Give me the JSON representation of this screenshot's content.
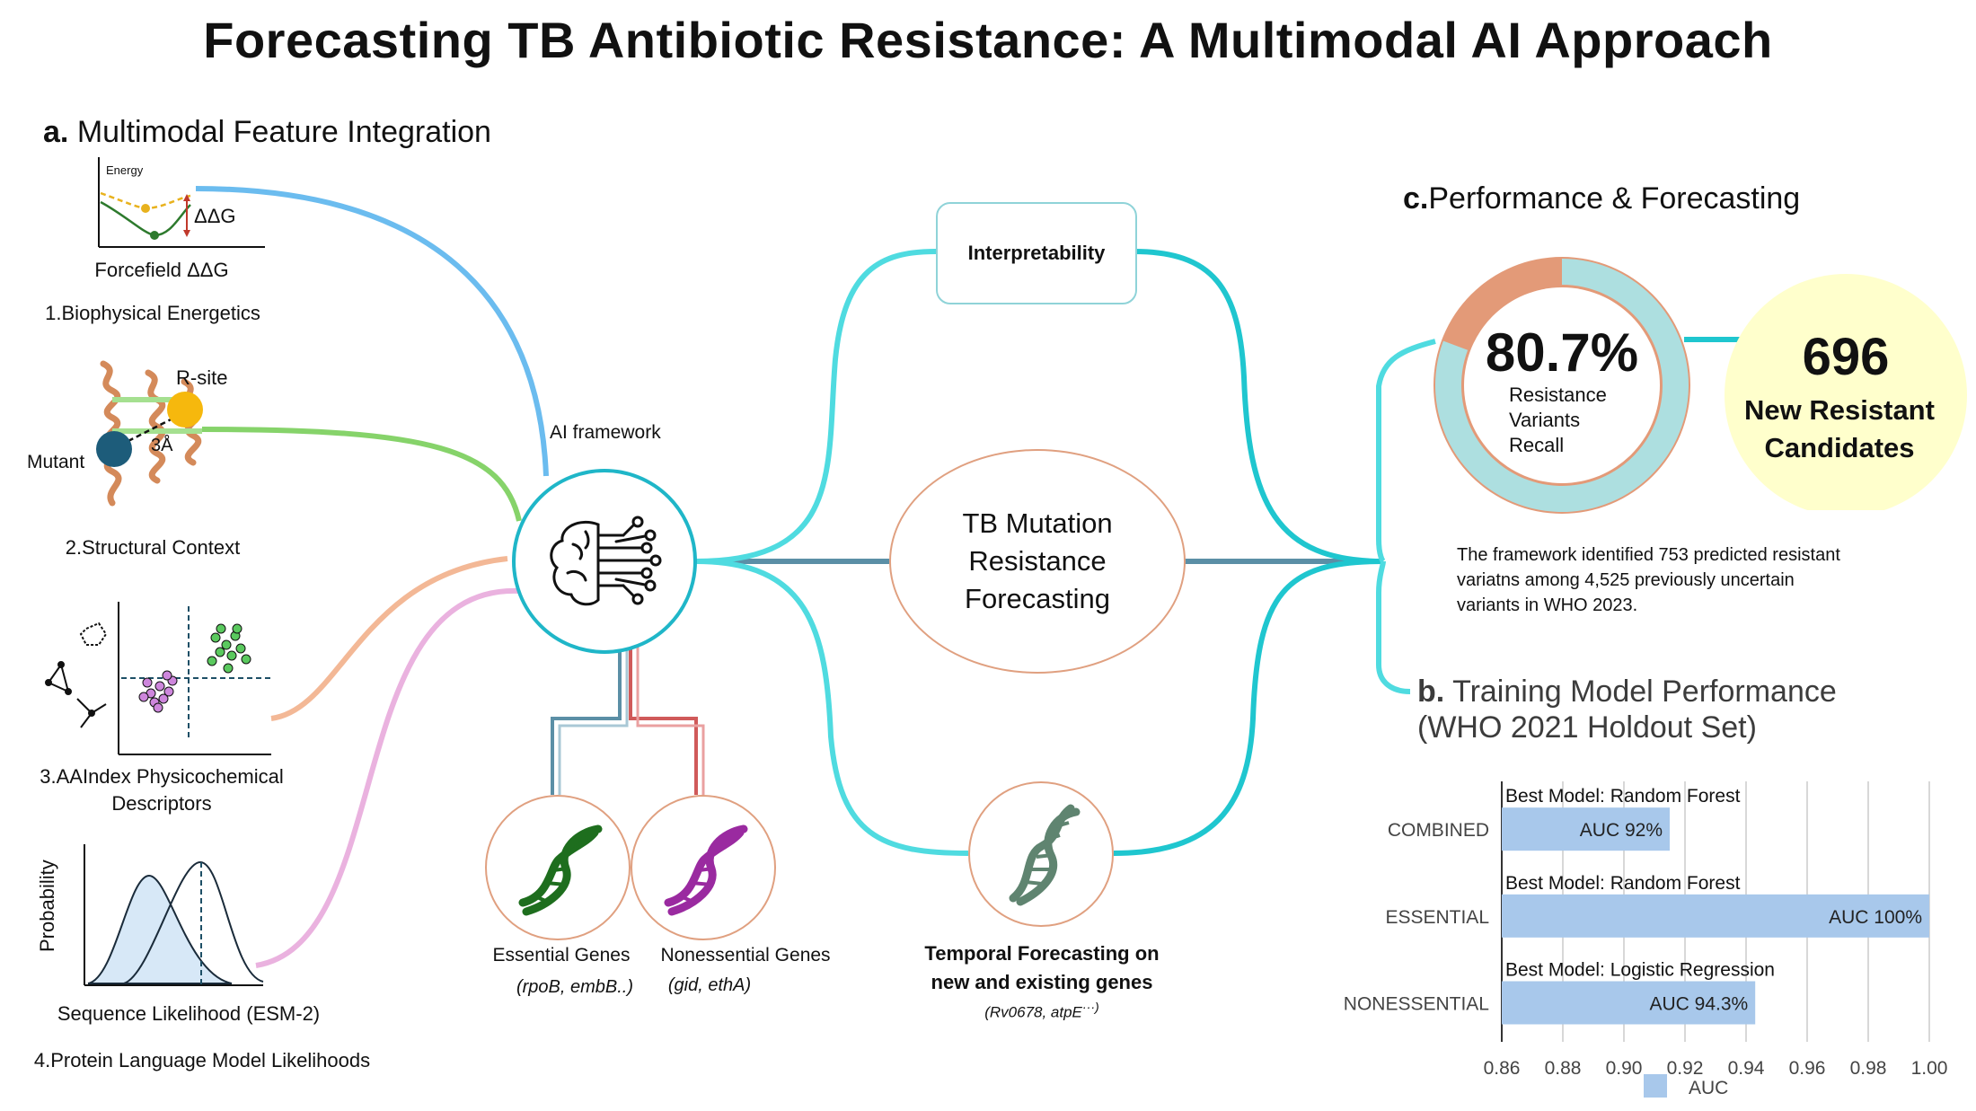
{
  "title": "Forecasting TB Antibiotic Resistance: A Multimodal AI Approach",
  "section_a": {
    "letter": "a.",
    "label": "Multimodal Feature Integration",
    "features": [
      {
        "name": "1.Biophysical Energetics",
        "caption": "Forcefield ΔΔG",
        "energy_label": "Energy",
        "ddg_label": "ΔΔG"
      },
      {
        "name": "2.Structural Context",
        "rsite_label": "R-site",
        "mutant_label": "Mutant",
        "distance_label": "3Å"
      },
      {
        "name_line1": "3.AAIndex Physicochemical",
        "name_line2": "Descriptors"
      },
      {
        "name": "4.Protein Language Model Likelihoods",
        "caption": "Sequence Likelihood (ESM-2)",
        "ylabel": "Probability"
      }
    ]
  },
  "center": {
    "ai_label": "AI framework",
    "core_line1": "TB Mutation",
    "core_line2": "Resistance",
    "core_line3": "Forecasting",
    "interpretability": "Interpretability",
    "temporal_line1": "Temporal Forecasting on",
    "temporal_line2": "new and existing genes",
    "temporal_examples": "(Rv0678, atpE",
    "temporal_examples_tail": "···)",
    "essential_label": "Essential Genes",
    "essential_examples": "(rpoB, embB..)",
    "nonessential_label": "Nonessential Genes",
    "nonessential_examples": "(gid, ethA)"
  },
  "section_c": {
    "letter": "c.",
    "label": "Performance & Forecasting",
    "recall_value": "80.7%",
    "recall_fraction": 0.807,
    "recall_line1": "Resistance",
    "recall_line2": "Variants",
    "recall_line3": "Recall",
    "new_count": "696",
    "new_line1": "New Resistant",
    "new_line2": "Candidates",
    "description_line1": "The framework identified 753 predicted resistant",
    "description_line2": "variatns among 4,525 previously uncertain",
    "description_line3": "variants in WHO 2023."
  },
  "section_b": {
    "letter": "b.",
    "label_line1": "Training Model Performance",
    "label_line2": "(WHO 2021 Holdout Set)"
  },
  "colors": {
    "teal": "#1fb6c8",
    "cyan_light": "#4fdbe0",
    "blue_line": "#6bbcef",
    "green_line": "#86d36a",
    "peach_line": "#f3b896",
    "pink_line": "#eab2df",
    "salmon": "#e0a080",
    "ring_fill": "#addfe0",
    "ring_accent": "#e39a78",
    "yellow": "#ffffcc",
    "bar": "#a8c8eb",
    "steel": "#5b8fa6",
    "red": "#d05a5a",
    "dna_green": "#1e6e1e",
    "dna_purple": "#9a2aa0",
    "dna_gray": "#5f8470"
  },
  "chart_data": {
    "type": "bar",
    "orientation": "horizontal",
    "categories": [
      "COMBINED",
      "ESSENTIAL",
      "NONESSENTIAL"
    ],
    "values": [
      0.915,
      1.0,
      0.943
    ],
    "value_labels": [
      "AUC 92%",
      "AUC 100%",
      "AUC 94.3%"
    ],
    "model_labels": [
      "Best Model: Random Forest",
      "Best Model: Random Forest",
      "Best Model: Logistic Regression"
    ],
    "xlim": [
      0.86,
      1.0
    ],
    "xticks": [
      "0.86",
      "0.88",
      "0.90",
      "0.92",
      "0.94",
      "0.96",
      "0.98",
      "1.00"
    ],
    "legend": "AUC",
    "legend_position": "bottom",
    "grid": true
  }
}
